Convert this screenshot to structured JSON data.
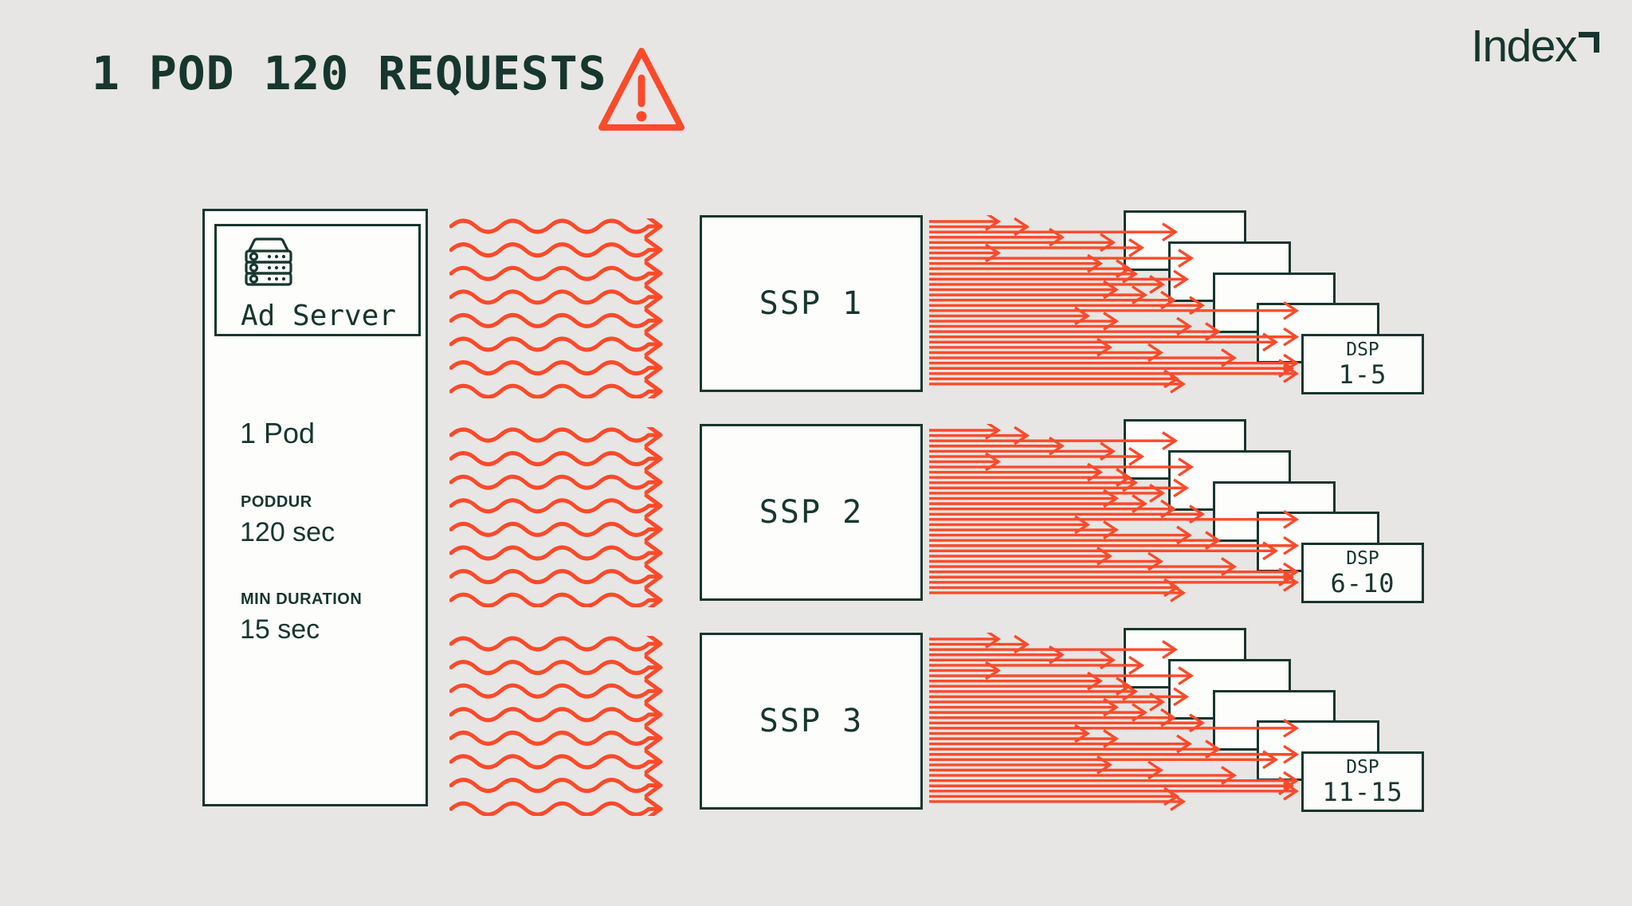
{
  "theme": {
    "background": "#e7e6e4",
    "surface": "#fdfdfc",
    "ink_green": "#17362e",
    "accent_red": "#fb4a2a"
  },
  "header": {
    "title": "1 POD 120 REQUESTS",
    "warning_icon": "warning-triangle-icon"
  },
  "brand": {
    "logo_text": "Index",
    "logo_mark": "corner-arrow-icon"
  },
  "ad_server": {
    "label": "Ad Server",
    "icon": "server-rack-icon",
    "pod_count_label": "1 Pod",
    "stats": [
      {
        "label": "PODDUR",
        "value": "120 sec"
      },
      {
        "label": "MIN DURATION",
        "value": "15 sec"
      }
    ]
  },
  "flow": {
    "wavy_arrows_per_ssp": 8,
    "request_lines_per_ssp": 32,
    "dsp_boxes_per_stack": 5
  },
  "groups": [
    {
      "ssp_label": "SSP 1",
      "dsp_label_line1": "DSP",
      "dsp_label_line2": "1-5"
    },
    {
      "ssp_label": "SSP 2",
      "dsp_label_line1": "DSP",
      "dsp_label_line2": "6-10"
    },
    {
      "ssp_label": "SSP 3",
      "dsp_label_line1": "DSP",
      "dsp_label_line2": "11-15"
    }
  ]
}
